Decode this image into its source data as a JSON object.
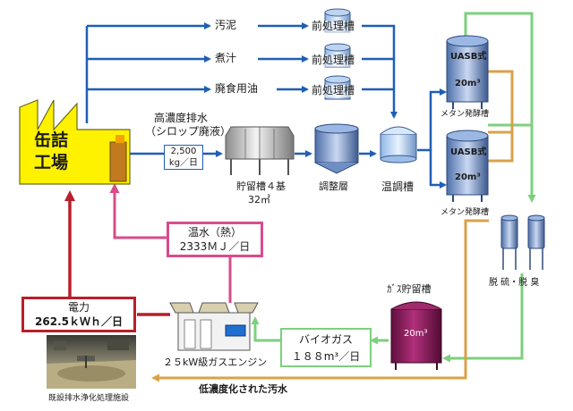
{
  "factory": {
    "line1": "缶詰",
    "line2": "工場"
  },
  "wastewater": {
    "title": "高濃度排水",
    "subtitle": "（シロップ廃液）",
    "rate": "2,500",
    "unit": "kg／日"
  },
  "inputs": [
    {
      "label": "汚泥",
      "tank_label": "前処理槽"
    },
    {
      "label": "煮汁",
      "tank_label": "前処理槽"
    },
    {
      "label": "廃食用油",
      "tank_label": "前処理槽"
    }
  ],
  "storage": {
    "label": "貯留槽４基",
    "capacity": "32㎥"
  },
  "adjust_tank": {
    "label": "調整層"
  },
  "temp_tank": {
    "label": "温調槽"
  },
  "uasb": [
    {
      "title": "UASB式",
      "volume": "20m³",
      "caption": "メタン発酵槽"
    },
    {
      "title": "UASB式",
      "volume": "20m³",
      "caption": "メタン発酵槽"
    }
  ],
  "desulf": {
    "label": "脱 硫・脱 臭"
  },
  "gas_holder": {
    "label": "ｶﾞｽ貯留槽",
    "volume": "20m³"
  },
  "biogas": {
    "label": "バイオガス",
    "rate": "１８８m³／日"
  },
  "engine": {
    "label": "２５kW級ガスエンジン"
  },
  "hot_water": {
    "label": "温水（熱）",
    "rate": "2333ＭＪ／日"
  },
  "power": {
    "label": "電力",
    "rate": "262.5ｋＷｈ／日"
  },
  "effluent": {
    "label": "低濃度化された汚水"
  },
  "existing_facility": {
    "caption": "既設排水浄化処理施設"
  },
  "colors": {
    "flow_blue": "#1e5fb3",
    "biogas_green": "#7ecf7e",
    "effluent_tan": "#d8a24a",
    "heat_pink": "#d94c8a",
    "power_red": "#b81f2b",
    "factory_yellow": "#fff200",
    "gas_tank_purple": "#8b1d5c"
  }
}
